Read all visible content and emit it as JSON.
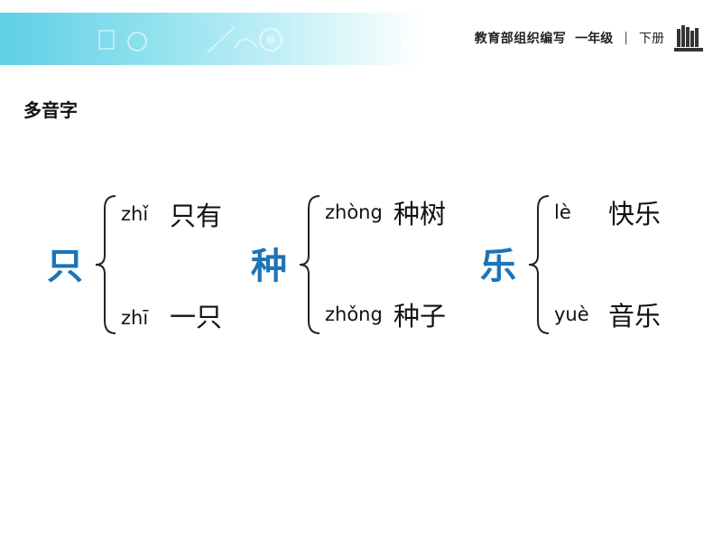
{
  "header": {
    "publisher": "教育部组织编写",
    "grade": "一年级",
    "separator": "|",
    "volume": "下册",
    "icon": "books-icon"
  },
  "title": "多音字",
  "groups": [
    {
      "char": "只",
      "readings": [
        {
          "pinyin": "zhǐ",
          "word": "只有"
        },
        {
          "pinyin": "zhī",
          "word": "一只"
        }
      ]
    },
    {
      "char": "种",
      "readings": [
        {
          "pinyin": "zhòng",
          "word": "种树"
        },
        {
          "pinyin": "zhǒng",
          "word": "种子"
        }
      ]
    },
    {
      "char": "乐",
      "readings": [
        {
          "pinyin": "lè",
          "word": "快乐"
        },
        {
          "pinyin": "yuè",
          "word": "音乐"
        }
      ]
    }
  ],
  "colors": {
    "accent": "#1d74b8",
    "banner": "#5fd0e6"
  }
}
